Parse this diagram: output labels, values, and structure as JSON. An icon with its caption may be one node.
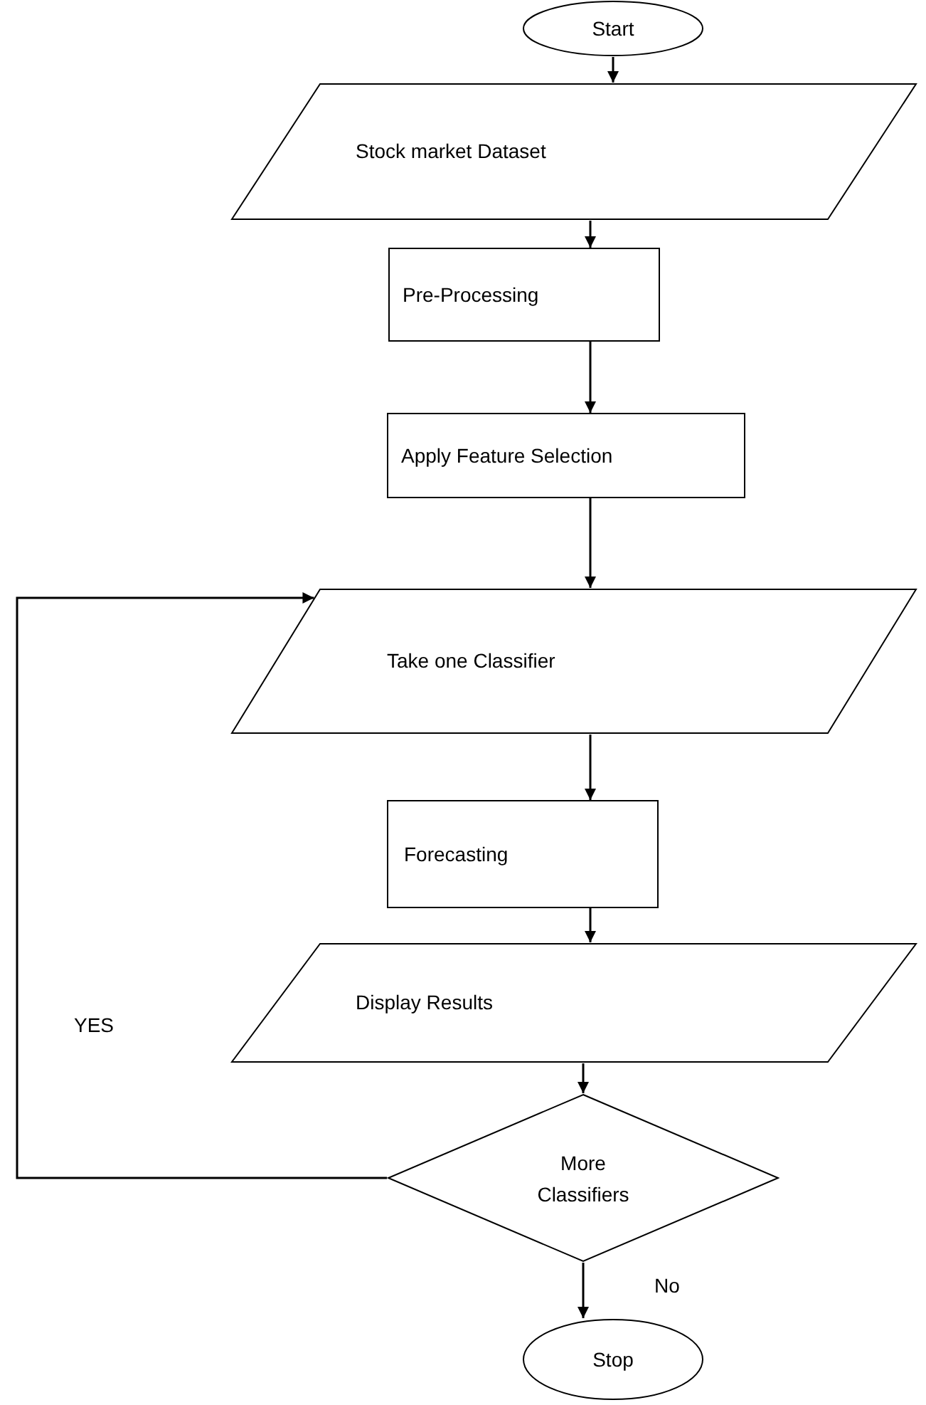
{
  "diagram": {
    "nodes": [
      {
        "text": [
          "Start"
        ]
      },
      {
        "text": [
          "Stock market Dataset"
        ]
      },
      {
        "text": [
          "Pre-Processing"
        ]
      },
      {
        "text": [
          "Apply Feature Selection"
        ]
      },
      {
        "text": [
          "Take one Classifier"
        ]
      },
      {
        "text": [
          "Forecasting"
        ]
      },
      {
        "text": [
          "Display Results"
        ]
      },
      {
        "text": [
          "More Classifiers"
        ]
      },
      {
        "text": [
          "Stop"
        ]
      }
    ],
    "edges": [
      {
        "from": 0,
        "to": 1,
        "arrow": "to"
      },
      {
        "from": 1,
        "to": 2,
        "arrow": "to"
      },
      {
        "from": 2,
        "to": 3,
        "arrow": "to"
      },
      {
        "from": 3,
        "to": 4,
        "arrow": "to"
      },
      {
        "from": 4,
        "to": 5,
        "arrow": "to"
      },
      {
        "from": 5,
        "to": 6,
        "arrow": "to"
      },
      {
        "from": 6,
        "to": 7,
        "arrow": "to"
      },
      {
        "from": 7,
        "to": 4,
        "arrow": "to",
        "label": "YES"
      },
      {
        "from": 7,
        "to": 8,
        "arrow": "to",
        "label": "No"
      }
    ]
  }
}
